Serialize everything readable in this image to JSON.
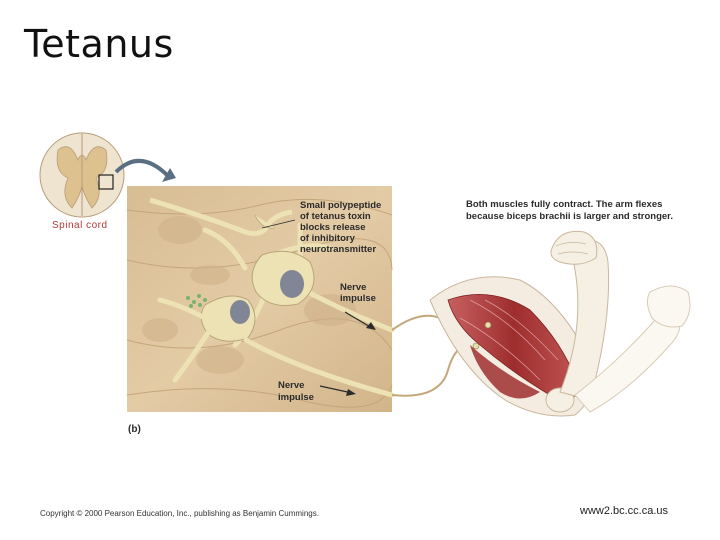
{
  "slide": {
    "title": "Tetanus"
  },
  "figure": {
    "spinal_cord_label": "Spinal cord",
    "toxin_label": [
      "Small polypeptide",
      "of tetanus toxin",
      "blocks release",
      "of inhibitory",
      "neurotransmitter"
    ],
    "nerve_impulse_upper": [
      "Nerve",
      "impulse"
    ],
    "nerve_impulse_lower": [
      "Nerve",
      "impulse"
    ],
    "muscles_label": [
      "Both muscles fully contract. The arm flexes",
      "because biceps brachii is larger and stronger."
    ],
    "panel_label": "(b)"
  },
  "footer": {
    "copyright": "Copyright © 2000 Pearson Education, Inc., publishing as Benjamin Cummings.",
    "url": "www2.bc.cc.ca.us"
  },
  "colors": {
    "tissue": "#dcc39c",
    "neuron": "#ece2b4",
    "muscle": "#a83a3a",
    "arrow": "#5a6f82",
    "spinal_label": "#b23a3a"
  }
}
